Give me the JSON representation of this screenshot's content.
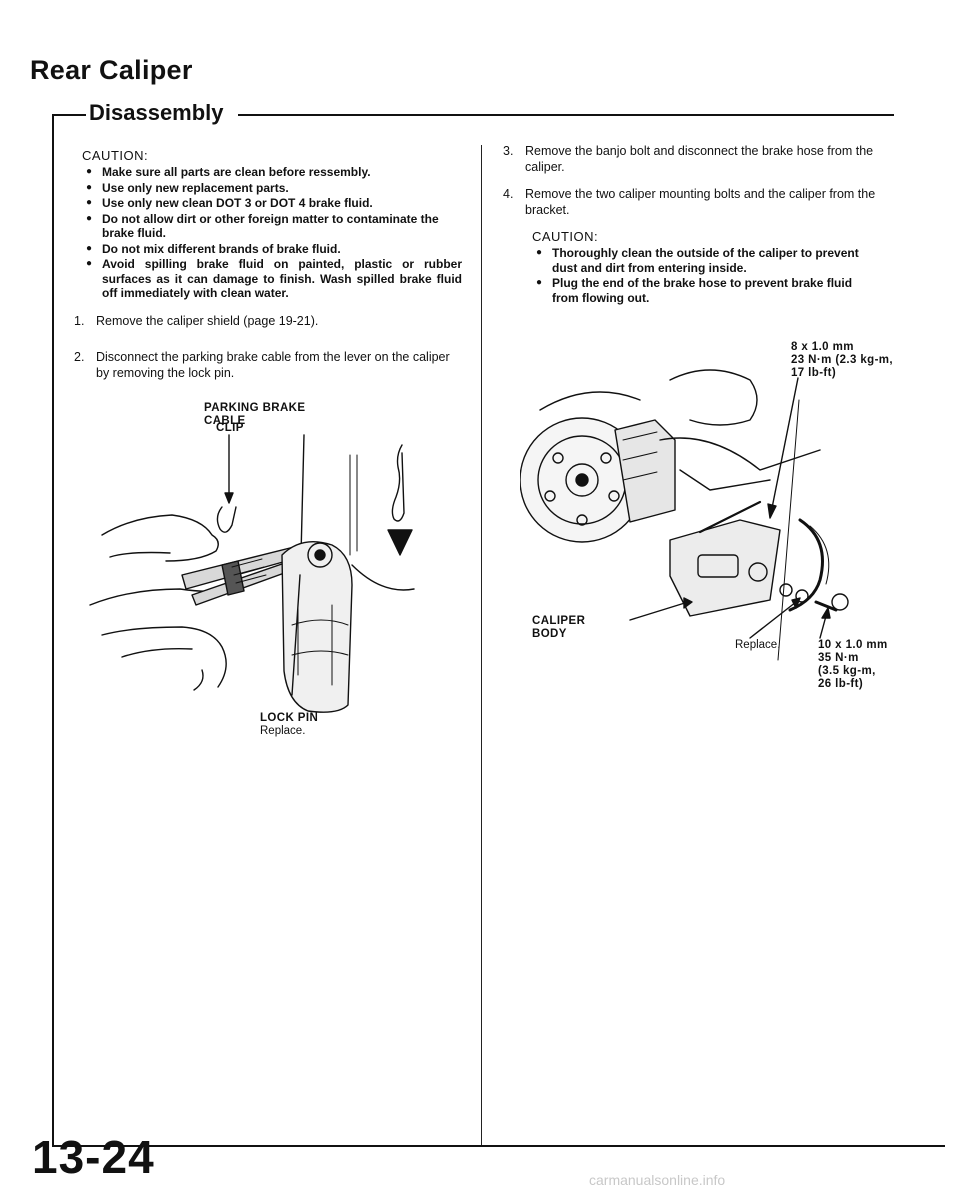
{
  "title": "Rear Caliper",
  "section": "Disassembly",
  "page_number": "13-24",
  "watermark": "carmanualsonline.info",
  "left_column": {
    "caution_label": "CAUTION:",
    "cautions": [
      "Make sure all parts are clean before ressembly.",
      "Use only new replacement parts.",
      "Use only new clean DOT 3 or DOT 4 brake fluid.",
      "Do not allow dirt or other foreign matter to contaminate the brake fluid.",
      "Do not mix different brands of brake fluid.",
      "Avoid spilling brake fluid on painted, plastic or rubber surfaces as it can damage to finish. Wash spilled brake fluid off immediately with clean water."
    ],
    "steps": [
      {
        "num": "1.",
        "text": "Remove the caliper shield (page 19-21)."
      },
      {
        "num": "2.",
        "text": "Disconnect the parking brake cable from the lever on the caliper by removing the lock pin."
      }
    ],
    "figure_labels": {
      "clip": "CLIP",
      "parking_brake_cable_1": "PARKING BRAKE",
      "parking_brake_cable_2": "CABLE",
      "lock_pin": "LOCK PIN",
      "lock_pin_note": "Replace."
    }
  },
  "right_column": {
    "steps": [
      {
        "num": "3.",
        "text": "Remove the banjo bolt and disconnect the brake hose from the caliper."
      },
      {
        "num": "4.",
        "text": "Remove the two caliper mounting bolts and the caliper from the bracket."
      }
    ],
    "caution_label": "CAUTION:",
    "cautions": [
      "Thoroughly clean the outside of the caliper to prevent dust and dirt from entering inside.",
      "Plug the end of the brake hose to prevent brake fluid from flowing out."
    ],
    "figure_labels": {
      "bolt_spec_1": "8 x 1.0 mm",
      "bolt_spec_2": "23 N·m (2.3 kg-m,",
      "bolt_spec_3": "17 lb-ft)",
      "caliper_body_1": "CALIPER",
      "caliper_body_2": "BODY",
      "replace_note": "Replace.",
      "banjo_spec_1": "10 x 1.0 mm",
      "banjo_spec_2": "35 N·m",
      "banjo_spec_3": "(3.5 kg-m,",
      "banjo_spec_4": "26 lb-ft)"
    }
  }
}
